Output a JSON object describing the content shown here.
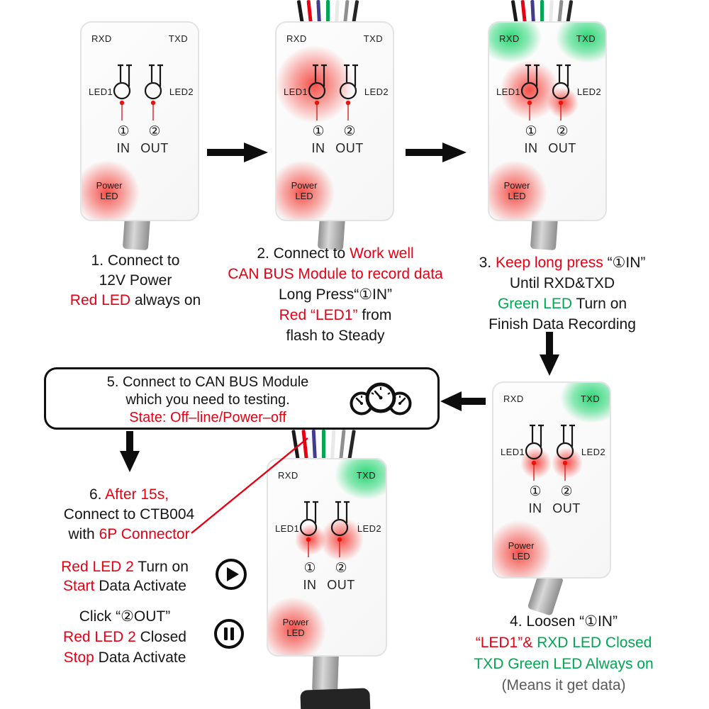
{
  "colors": {
    "red": "#e60012",
    "green": "#00a651",
    "gray": "#595959",
    "black": "#141414"
  },
  "device_labels": {
    "rxd": "RXD",
    "txd": "TXD",
    "led1": "LED1",
    "led2": "LED2",
    "num1": "①",
    "num2": "②",
    "in_label": "IN",
    "out_label": "OUT",
    "power1": "Power",
    "power2": "LED"
  },
  "devices": [
    {
      "id": "module-1",
      "top_wires": false,
      "led_states": [
        "power-led-red-on"
      ]
    },
    {
      "id": "module-2",
      "top_wires": true,
      "led_states": [
        "led1-red-on",
        "power-led-red-on"
      ]
    },
    {
      "id": "module-3",
      "top_wires": true,
      "led_states": [
        "rxd-green-on",
        "txd-green-on",
        "led1-red-on",
        "led2-dot-red",
        "power-led-red-on"
      ]
    },
    {
      "id": "module-4",
      "top_wires": false,
      "led_states": [
        "txd-green-on",
        "led1-dot-red",
        "led2-dot-red",
        "power-led-red-on"
      ]
    },
    {
      "id": "module-5",
      "top_wires": true,
      "led_states": [
        "txd-green-on",
        "led1-dot-red",
        "led2-red-on",
        "power-led-red-on"
      ]
    }
  ],
  "steps": {
    "s1": {
      "l1": "1. Connect to",
      "l2": "12V Power",
      "l3a": "Red LED",
      "l3b": " always on"
    },
    "s2": {
      "l1a": "2. Connect to ",
      "l1b": "Work well",
      "l2": "CAN BUS Module to record data",
      "l3": "Long Press“①IN”",
      "l4a": "Red “LED1”",
      "l4b": " from",
      "l5": "flash to Steady"
    },
    "s3": {
      "l1a": "3. ",
      "l1b": "Keep long press",
      "l1c": " “①IN”",
      "l2": "Until RXD&TXD",
      "l3a": "Green LED",
      "l3b": " Turn on",
      "l4": "Finish Data Recording"
    },
    "s4": {
      "l1": "4. Loosen “①IN”",
      "l2a": "“LED1”&",
      "l2b": " RXD LED Closed",
      "l3": "TXD Green LED Always on",
      "l4": "(Means it get data)"
    },
    "s5": {
      "l1": "5. Connect to CAN BUS Module",
      "l2": "which you need to testing.",
      "l3": "State: Off–line/Power–off"
    },
    "s6": {
      "l1a": "6. ",
      "l1b": "After 15s,",
      "l2": "Connect to CTB004",
      "l3a": "with ",
      "l3b": "6P Connector"
    },
    "play": {
      "l1a": "Red LED 2",
      "l1b": " Turn on",
      "l2a": "Start",
      "l2b": " Data Activate"
    },
    "pause": {
      "l1": "Click “②OUT”",
      "l2a": "Red LED 2",
      "l2b": " Closed",
      "l3a": "Stop",
      "l3b": " Data Activate"
    }
  }
}
